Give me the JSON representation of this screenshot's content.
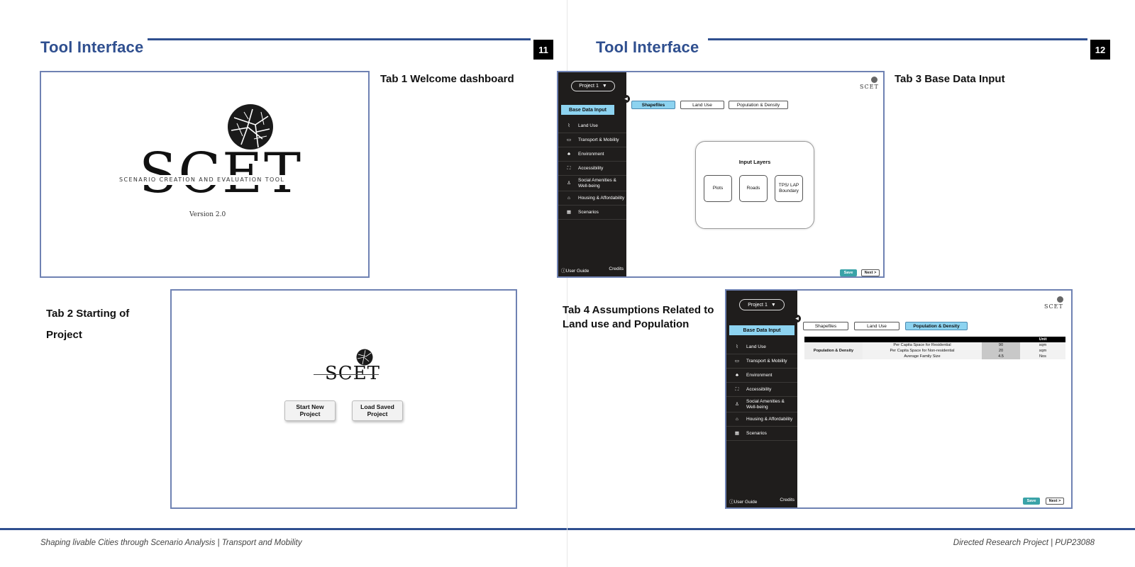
{
  "left_page": {
    "title": "Tool Interface",
    "page_number": "11",
    "tab1_caption": "Tab 1 Welcome dashboard",
    "tab2_caption": "Tab 2 Starting  of Project",
    "welcome": {
      "logo_text": "SCET",
      "tagline": "SCENARIO CREATION AND EVALUATION TOOL",
      "version": "Version 2.0"
    },
    "start": {
      "logo_text": "SCET",
      "start_new": "Start New Project",
      "load_saved": "Load Saved Project"
    },
    "footer": "Shaping livable Cities through Scenario Analysis | Transport and Mobility"
  },
  "right_page": {
    "title": "Tool Interface",
    "page_number": "12",
    "tab3_caption": "Tab 3 Base Data Input",
    "tab4_caption": "Tab 4 Assumptions Related to Land use and Population",
    "footer": "Directed Research Project | PUP23088"
  },
  "app": {
    "project_label": "Project 1",
    "active_nav": "Base Data Input",
    "nav": [
      {
        "label": "Land Use",
        "icon": "land-use-icon"
      },
      {
        "label": "Transport & Mobility",
        "icon": "bus-icon"
      },
      {
        "label": "Environment",
        "icon": "tree-icon"
      },
      {
        "label": "Accessibility",
        "icon": "accessibility-icon"
      },
      {
        "label": "Social Amenities & Well-being",
        "icon": "people-icon"
      },
      {
        "label": "Housing & Affordability",
        "icon": "house-icon"
      },
      {
        "label": "Scenarios",
        "icon": "scenarios-icon"
      }
    ],
    "user_guide": "User Guide",
    "credits": "Credits",
    "tabs": [
      "Shapefiles",
      "Land Use",
      "Population & Density"
    ],
    "save": "Save",
    "next": "Next >",
    "logo_text": "SCET"
  },
  "tab3": {
    "input_layers_title": "Input Layers",
    "layers": [
      "Plots",
      "Roads",
      "TPS/ LAP Boundary"
    ]
  },
  "tab4": {
    "table": {
      "unit_header": "Unit",
      "group_label": "Population & Density",
      "rows": [
        {
          "label": "Per Capita Space for Residential",
          "value": "90",
          "unit": "sqm"
        },
        {
          "label": "Per Capita Space for Non-residential",
          "value": "20",
          "unit": "sqm"
        },
        {
          "label": "Average Family Size",
          "value": "4.5",
          "unit": "Nos"
        }
      ]
    }
  }
}
